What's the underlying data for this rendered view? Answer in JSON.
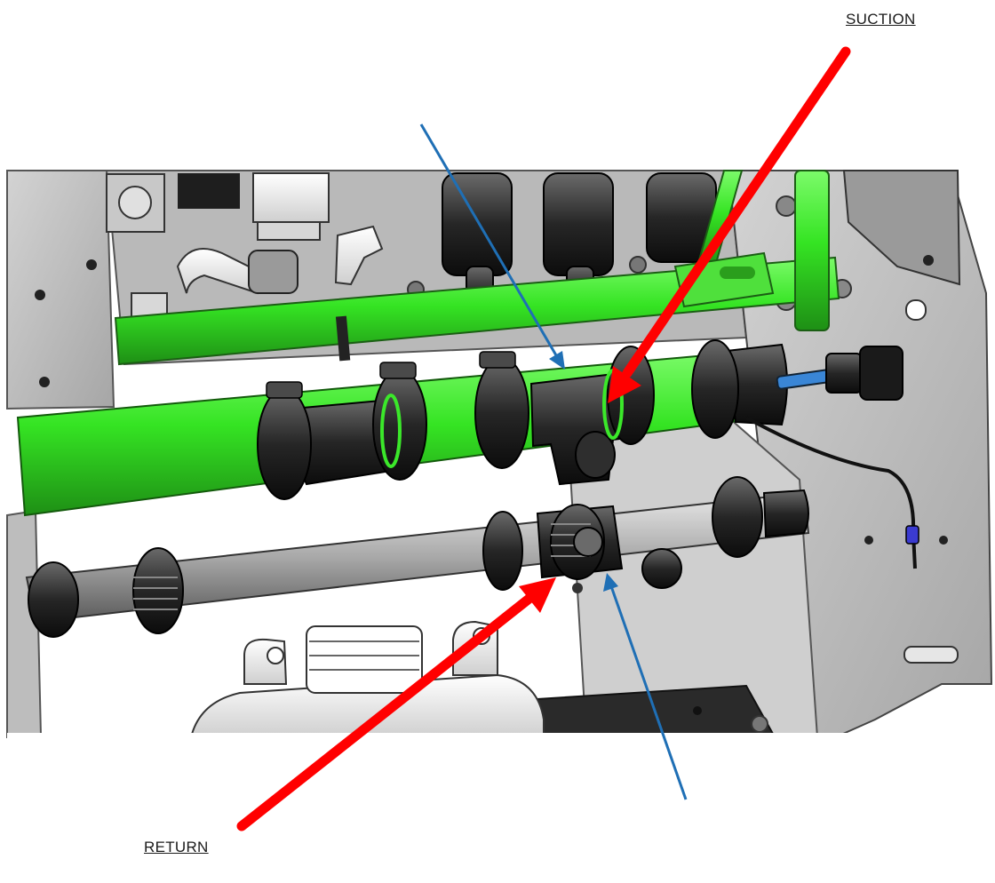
{
  "labels": {
    "suction": "SUCTION",
    "return": "RETURN"
  },
  "colors": {
    "arrow_red": "#ff0000",
    "arrow_blue": "#1f6fb5",
    "hose_green": "#3be82a",
    "hose_gray": "#a9a9a9",
    "panel_gray": "#c4c4c4",
    "fitting_black": "#1c1c1c"
  },
  "components": {
    "suction_line": "green-hose",
    "return_line": "gray-hose",
    "arrow_count": 4
  }
}
